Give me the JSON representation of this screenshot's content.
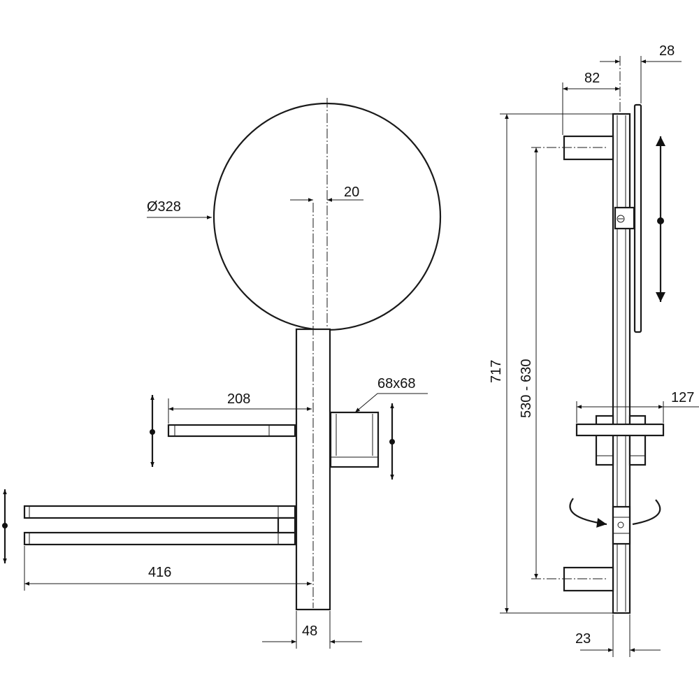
{
  "front_view": {
    "mirror_diameter": "Ø328",
    "offset": "20",
    "shelf_width": "208",
    "cup_size": "68x68",
    "towel_bar_length": "416",
    "column_width": "48"
  },
  "side_view": {
    "mirror_offset": "28",
    "arm_depth": "82",
    "total_height": "717",
    "fixing_distance": "530 - 630",
    "shelf_depth": "127",
    "rail_width": "23"
  }
}
